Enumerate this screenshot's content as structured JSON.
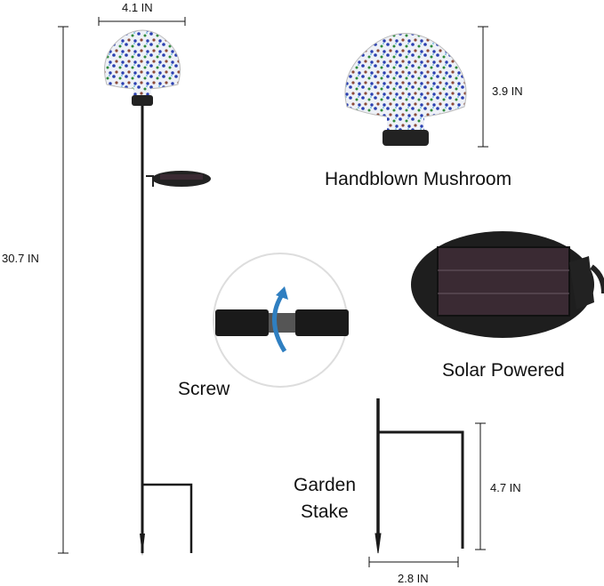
{
  "dimensions": {
    "top_width": "4.1 IN",
    "total_height": "30.7 IN",
    "mushroom_height": "3.9 IN",
    "stake_height": "4.7 IN",
    "stake_width": "2.8 IN"
  },
  "captions": {
    "mushroom": "Handblown Mushroom",
    "solar": "Solar Powered",
    "screw": "Screw",
    "stake_line1": "Garden",
    "stake_line2": "Stake"
  },
  "colors": {
    "line": "#111111",
    "pole": "#1a1a1a",
    "glass_blue": "#2a3fb0",
    "glass_green": "#2f8a3c",
    "glass_brown": "#8a4a3a",
    "panel": "#3a2a33",
    "arrow": "#2f7fc1"
  }
}
